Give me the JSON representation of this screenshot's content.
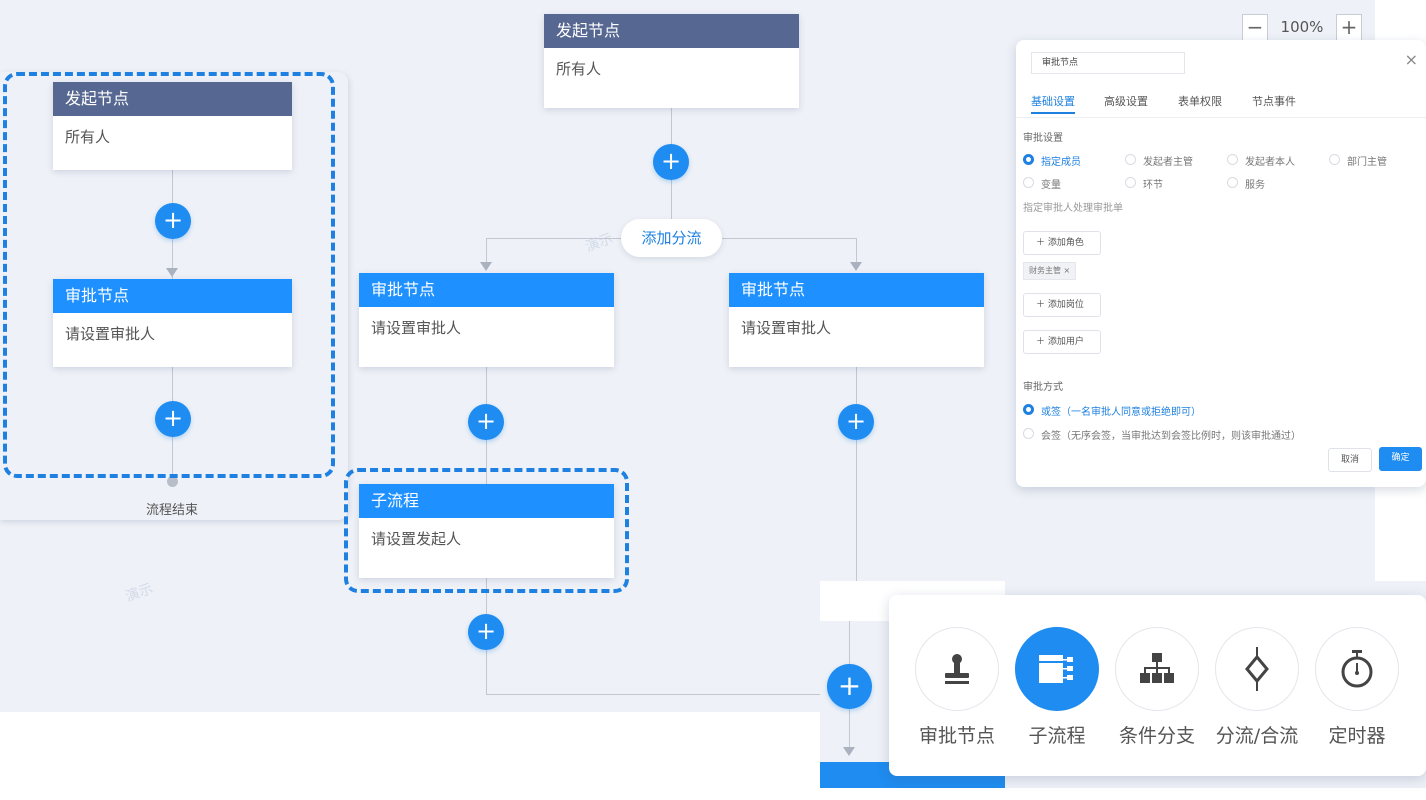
{
  "zoom": {
    "minus": "−",
    "value": "100%",
    "plus": "+"
  },
  "left_flow": {
    "start_title": "发起节点",
    "start_body": "所有人",
    "approve_title": "审批节点",
    "approve_body": "请设置审批人",
    "end_label": "流程结束"
  },
  "main_flow": {
    "start_title": "发起节点",
    "start_body": "所有人",
    "add_branch": "添加分流",
    "left_approve_title": "审批节点",
    "left_approve_body": "请设置审批人",
    "right_approve_title": "审批节点",
    "right_approve_body": "请设置审批人",
    "subflow_title": "子流程",
    "subflow_body": "请设置发起人"
  },
  "add_icon": "+",
  "watermark": "演示",
  "settings": {
    "node_name": "审批节点",
    "close": "×",
    "tabs": [
      "基础设置",
      "高级设置",
      "表单权限",
      "节点事件"
    ],
    "approval_settings_label": "审批设置",
    "approver_types": [
      "指定成员",
      "发起者主管",
      "发起者本人",
      "部门主管",
      "变量",
      "环节",
      "服务"
    ],
    "assign_hint": "指定审批人处理审批单",
    "add_role": "添加角色",
    "role_tag": "财务主管 ×",
    "add_position": "添加岗位",
    "add_user": "添加用户",
    "approval_mode_label": "审批方式",
    "mode_or": "或签（一名审批人同意或拒绝即可）",
    "mode_and": "会签（无序会签，当审批达到会签比例时，则该审批通过）",
    "cancel": "取消",
    "confirm": "确定"
  },
  "toolbox": {
    "items": [
      {
        "label": "审批节点",
        "icon": "stamp-icon"
      },
      {
        "label": "子流程",
        "icon": "subflow-icon"
      },
      {
        "label": "条件分支",
        "icon": "org-tree-icon"
      },
      {
        "label": "分流/合流",
        "icon": "diamond-split-icon"
      },
      {
        "label": "定时器",
        "icon": "stopwatch-icon"
      }
    ]
  },
  "colors": {
    "accent": "#1e8cf0",
    "dark_header": "#566791",
    "canvas": "#eef1f7"
  }
}
